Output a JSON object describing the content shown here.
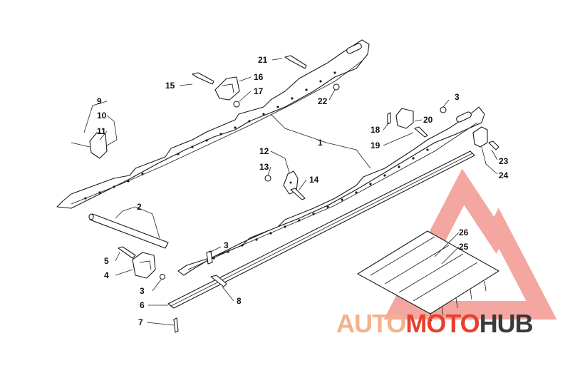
{
  "diagram": {
    "labels": [
      {
        "id": "1",
        "text": "1"
      },
      {
        "id": "2",
        "text": "2"
      },
      {
        "id": "3a",
        "text": "3"
      },
      {
        "id": "3b",
        "text": "3"
      },
      {
        "id": "3c",
        "text": "3"
      },
      {
        "id": "4",
        "text": "4"
      },
      {
        "id": "5",
        "text": "5"
      },
      {
        "id": "6",
        "text": "6"
      },
      {
        "id": "7",
        "text": "7"
      },
      {
        "id": "8",
        "text": "8"
      },
      {
        "id": "9",
        "text": "9"
      },
      {
        "id": "10",
        "text": "10"
      },
      {
        "id": "11",
        "text": "11"
      },
      {
        "id": "12",
        "text": "12"
      },
      {
        "id": "13",
        "text": "13"
      },
      {
        "id": "14",
        "text": "14"
      },
      {
        "id": "15",
        "text": "15"
      },
      {
        "id": "16",
        "text": "16"
      },
      {
        "id": "17",
        "text": "17"
      },
      {
        "id": "18",
        "text": "18"
      },
      {
        "id": "19",
        "text": "19"
      },
      {
        "id": "20",
        "text": "20"
      },
      {
        "id": "21",
        "text": "21"
      },
      {
        "id": "22",
        "text": "22"
      },
      {
        "id": "23",
        "text": "23"
      },
      {
        "id": "24",
        "text": "24"
      },
      {
        "id": "25",
        "text": "25"
      },
      {
        "id": "26",
        "text": "26"
      }
    ]
  },
  "watermark": {
    "part1": "AUTO",
    "part2": "MOTO",
    "part3": "HUB",
    "colors": {
      "auto": "#f2b38a",
      "moto": "#e8402d",
      "hub": "#3a3a3a",
      "triangle": "#f08a80"
    }
  }
}
